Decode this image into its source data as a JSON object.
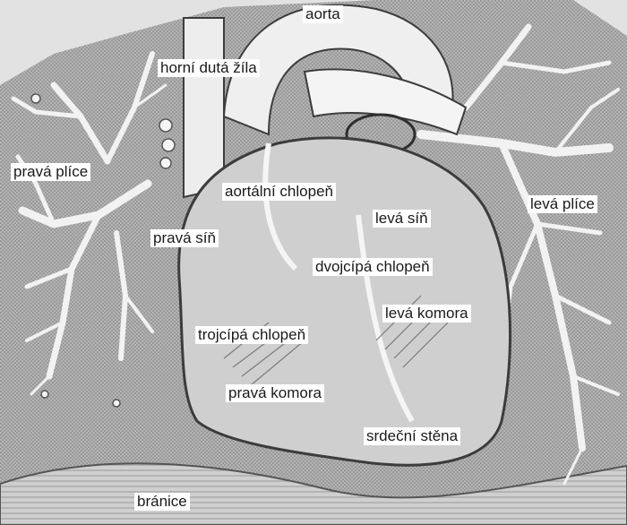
{
  "labels": {
    "aorta": "aorta",
    "superior_vena_cava": "horní dutá žíla",
    "right_lung": "pravá plíce",
    "aortic_valve": "aortální chlopeň",
    "left_atrium": "levá síň",
    "left_lung": "levá plíce",
    "right_atrium": "pravá síň",
    "mitral_valve": "dvojcípá chlopeň",
    "left_ventricle": "levá komora",
    "tricuspid_valve": "trojcípá chlopeň",
    "right_ventricle": "pravá komora",
    "heart_wall": "srdeční stěna",
    "diaphragm": "bránice"
  },
  "colors": {
    "background": "#e2e2e2",
    "tissue": "#a9a9a9",
    "vessel": "#f4f4f4",
    "outline": "#3c3c3c",
    "label_bg": "#ffffff"
  }
}
